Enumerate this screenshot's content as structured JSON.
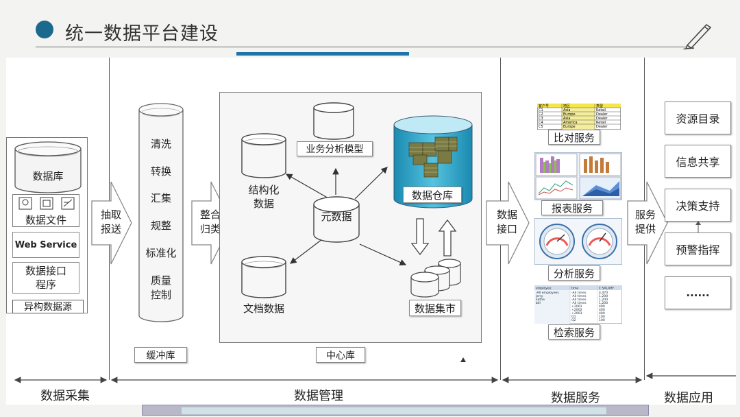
{
  "slide": {
    "title": "统一数据平台建设"
  },
  "sections": {
    "collect": "数据采集",
    "manage": "数据管理",
    "service": "数据服务",
    "application": "数据应用"
  },
  "collect": {
    "db": "数据库",
    "file": "数据文件",
    "webservice": "Web Service",
    "iface_line1": "数据接口",
    "iface_line2": "程序",
    "caption": "异构数据源"
  },
  "arrows": {
    "extract_1": "抽取",
    "extract_2": "报送",
    "integrate_1": "整合",
    "integrate_2": "归类",
    "dataif_1": "数据",
    "dataif_2": "接口",
    "provide_1": "服务",
    "provide_2": "提供"
  },
  "buffer": {
    "items": [
      "清洗",
      "转换",
      "汇集",
      "规整",
      "标准化",
      "质量",
      "控制"
    ],
    "caption": "缓冲库"
  },
  "center": {
    "caption": "中心库",
    "structured_1": "结构化",
    "structured_2": "数据",
    "biz_model": "业务分析模型",
    "warehouse": "数据仓库",
    "metadata": "元数据",
    "documents": "文档数据",
    "datamart": "数据集市"
  },
  "services": {
    "compare": "比对服务",
    "report": "报表服务",
    "analysis": "分析服务",
    "search": "检索服务",
    "compare_table": {
      "headers": [
        "客户号",
        "地区",
        "类型"
      ],
      "rows": [
        [
          "C1",
          "Asia",
          "Retail"
        ],
        [
          "C2",
          "Europe",
          "Dealer"
        ],
        [
          "C3",
          "Asia",
          "Dealer"
        ],
        [
          "C4",
          "America",
          "Retail"
        ],
        [
          "C5",
          "Europe",
          "Dealer"
        ]
      ]
    },
    "search_table": {
      "headers": [
        "employee",
        "time",
        "Σ SALARY"
      ],
      "rows": [
        [
          "-All employees",
          "-All times",
          "4,470"
        ],
        [
          "jerry",
          "-All times",
          "1,200"
        ],
        [
          "kathe",
          "-All times",
          "1,200"
        ],
        [
          "bill",
          "-All times",
          "1,200"
        ],
        [
          "",
          "+2001",
          "400"
        ],
        [
          "",
          "+2002",
          "400"
        ],
        [
          "",
          "+2003",
          "400"
        ],
        [
          "",
          "Q1",
          "100"
        ],
        [
          "",
          "Q2",
          "100"
        ]
      ]
    }
  },
  "applications": [
    "资源目录",
    "信息共享",
    "决策支持",
    "预警指挥",
    "......"
  ],
  "colors": {
    "accent": "#1f73a6",
    "title_dot": "#1b6a8e",
    "warehouse_top": "#7dd3e8",
    "warehouse_body": "#2fa0c4",
    "cube": "#6b6b3a"
  }
}
